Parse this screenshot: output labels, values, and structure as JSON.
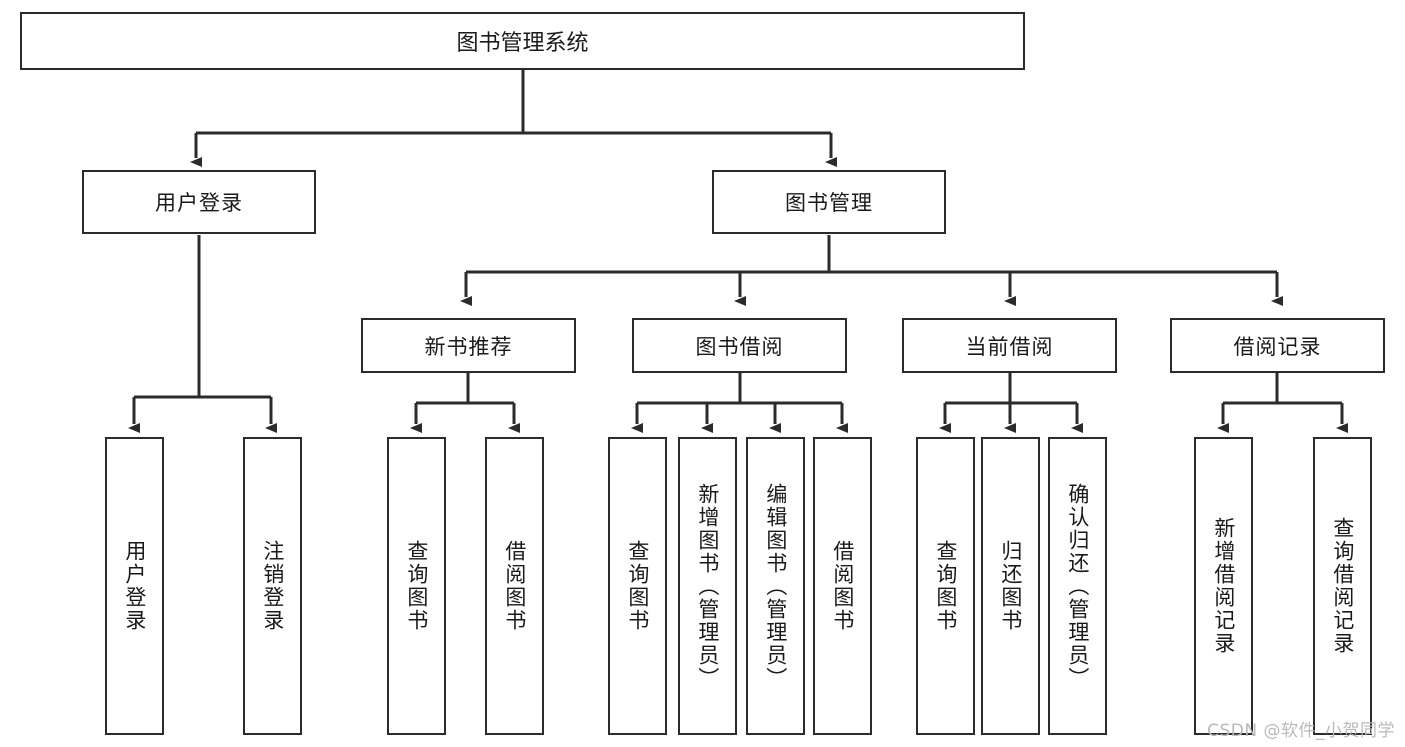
{
  "diagram": {
    "type": "tree",
    "title": "图书管理系统",
    "colors": {
      "box_border": "#2b2b2b",
      "box_fill": "#ffffff",
      "connector": "#2b2b2b",
      "watermark": "#b9b9b9"
    },
    "root": {
      "label": "图书管理系统"
    },
    "level2": [
      {
        "label": "用户登录"
      },
      {
        "label": "图书管理"
      }
    ],
    "level3": [
      {
        "label": "新书推荐"
      },
      {
        "label": "图书借阅"
      },
      {
        "label": "当前借阅"
      },
      {
        "label": "借阅记录"
      }
    ],
    "leaves": {
      "user_login": [
        {
          "label": "用户登录"
        },
        {
          "label": "注销登录"
        }
      ],
      "new_book": [
        {
          "label": "查询图书"
        },
        {
          "label": "借阅图书"
        }
      ],
      "borrow_book": [
        {
          "label": "查询图书"
        },
        {
          "label": "新增图书（管理员）"
        },
        {
          "label": "编辑图书（管理员）"
        },
        {
          "label": "借阅图书"
        }
      ],
      "current_borrow": [
        {
          "label": "查询图书"
        },
        {
          "label": "归还图书"
        },
        {
          "label": "确认归还（管理员）"
        }
      ],
      "borrow_record": [
        {
          "label": "新增借阅记录"
        },
        {
          "label": "查询借阅记录"
        }
      ]
    }
  },
  "watermark": {
    "text": "CSDN @软件_小贺同学"
  }
}
